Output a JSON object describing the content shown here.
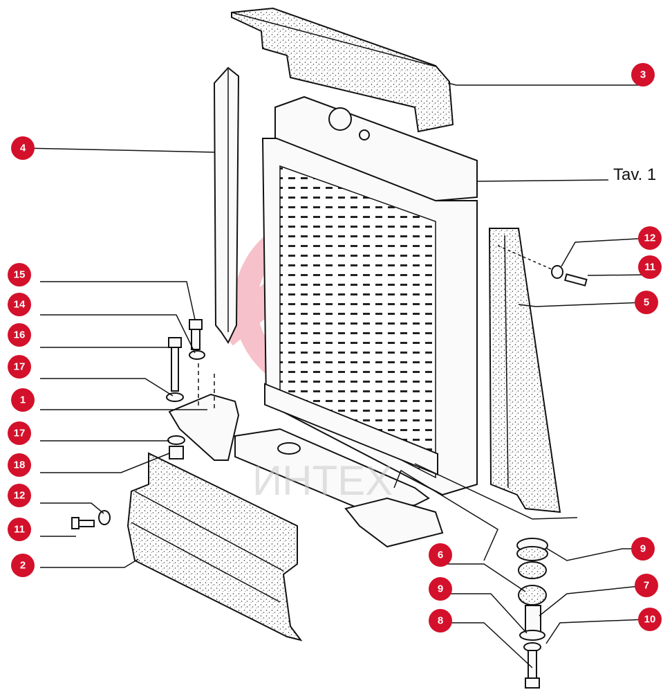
{
  "diagram": {
    "title": "Tav. 1",
    "watermark": "ИНТЕХ",
    "callout_color": "#d3112b",
    "callouts": [
      {
        "id": "c3",
        "label": "3"
      },
      {
        "id": "c4",
        "label": "4"
      },
      {
        "id": "c12a",
        "label": "12"
      },
      {
        "id": "c11a",
        "label": "11"
      },
      {
        "id": "c5",
        "label": "5"
      },
      {
        "id": "c15",
        "label": "15"
      },
      {
        "id": "c14",
        "label": "14"
      },
      {
        "id": "c16",
        "label": "16"
      },
      {
        "id": "c17a",
        "label": "17"
      },
      {
        "id": "c1",
        "label": "1"
      },
      {
        "id": "c17b",
        "label": "17"
      },
      {
        "id": "c18",
        "label": "18"
      },
      {
        "id": "c12b",
        "label": "12"
      },
      {
        "id": "c11b",
        "label": "11"
      },
      {
        "id": "c2",
        "label": "2"
      },
      {
        "id": "c9a",
        "label": "9"
      },
      {
        "id": "c6",
        "label": "6"
      },
      {
        "id": "c9b",
        "label": "9"
      },
      {
        "id": "c7",
        "label": "7"
      },
      {
        "id": "c8",
        "label": "8"
      },
      {
        "id": "c10",
        "label": "10"
      }
    ]
  }
}
